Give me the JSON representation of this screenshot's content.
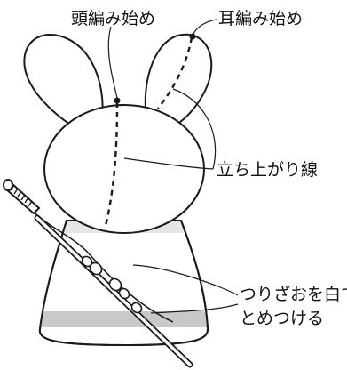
{
  "labels": {
    "head_start": "頭編み始め",
    "ear_start": "耳編み始め",
    "rise_line": "立ち上がり線",
    "bind_line1": "つりざおを白で",
    "bind_line2": "とめつける"
  },
  "colors": {
    "outline": "#1a1a1a",
    "fill": "#ffffff",
    "stripe": "#c9c9c9",
    "pale_band": "#e6e6e6"
  }
}
